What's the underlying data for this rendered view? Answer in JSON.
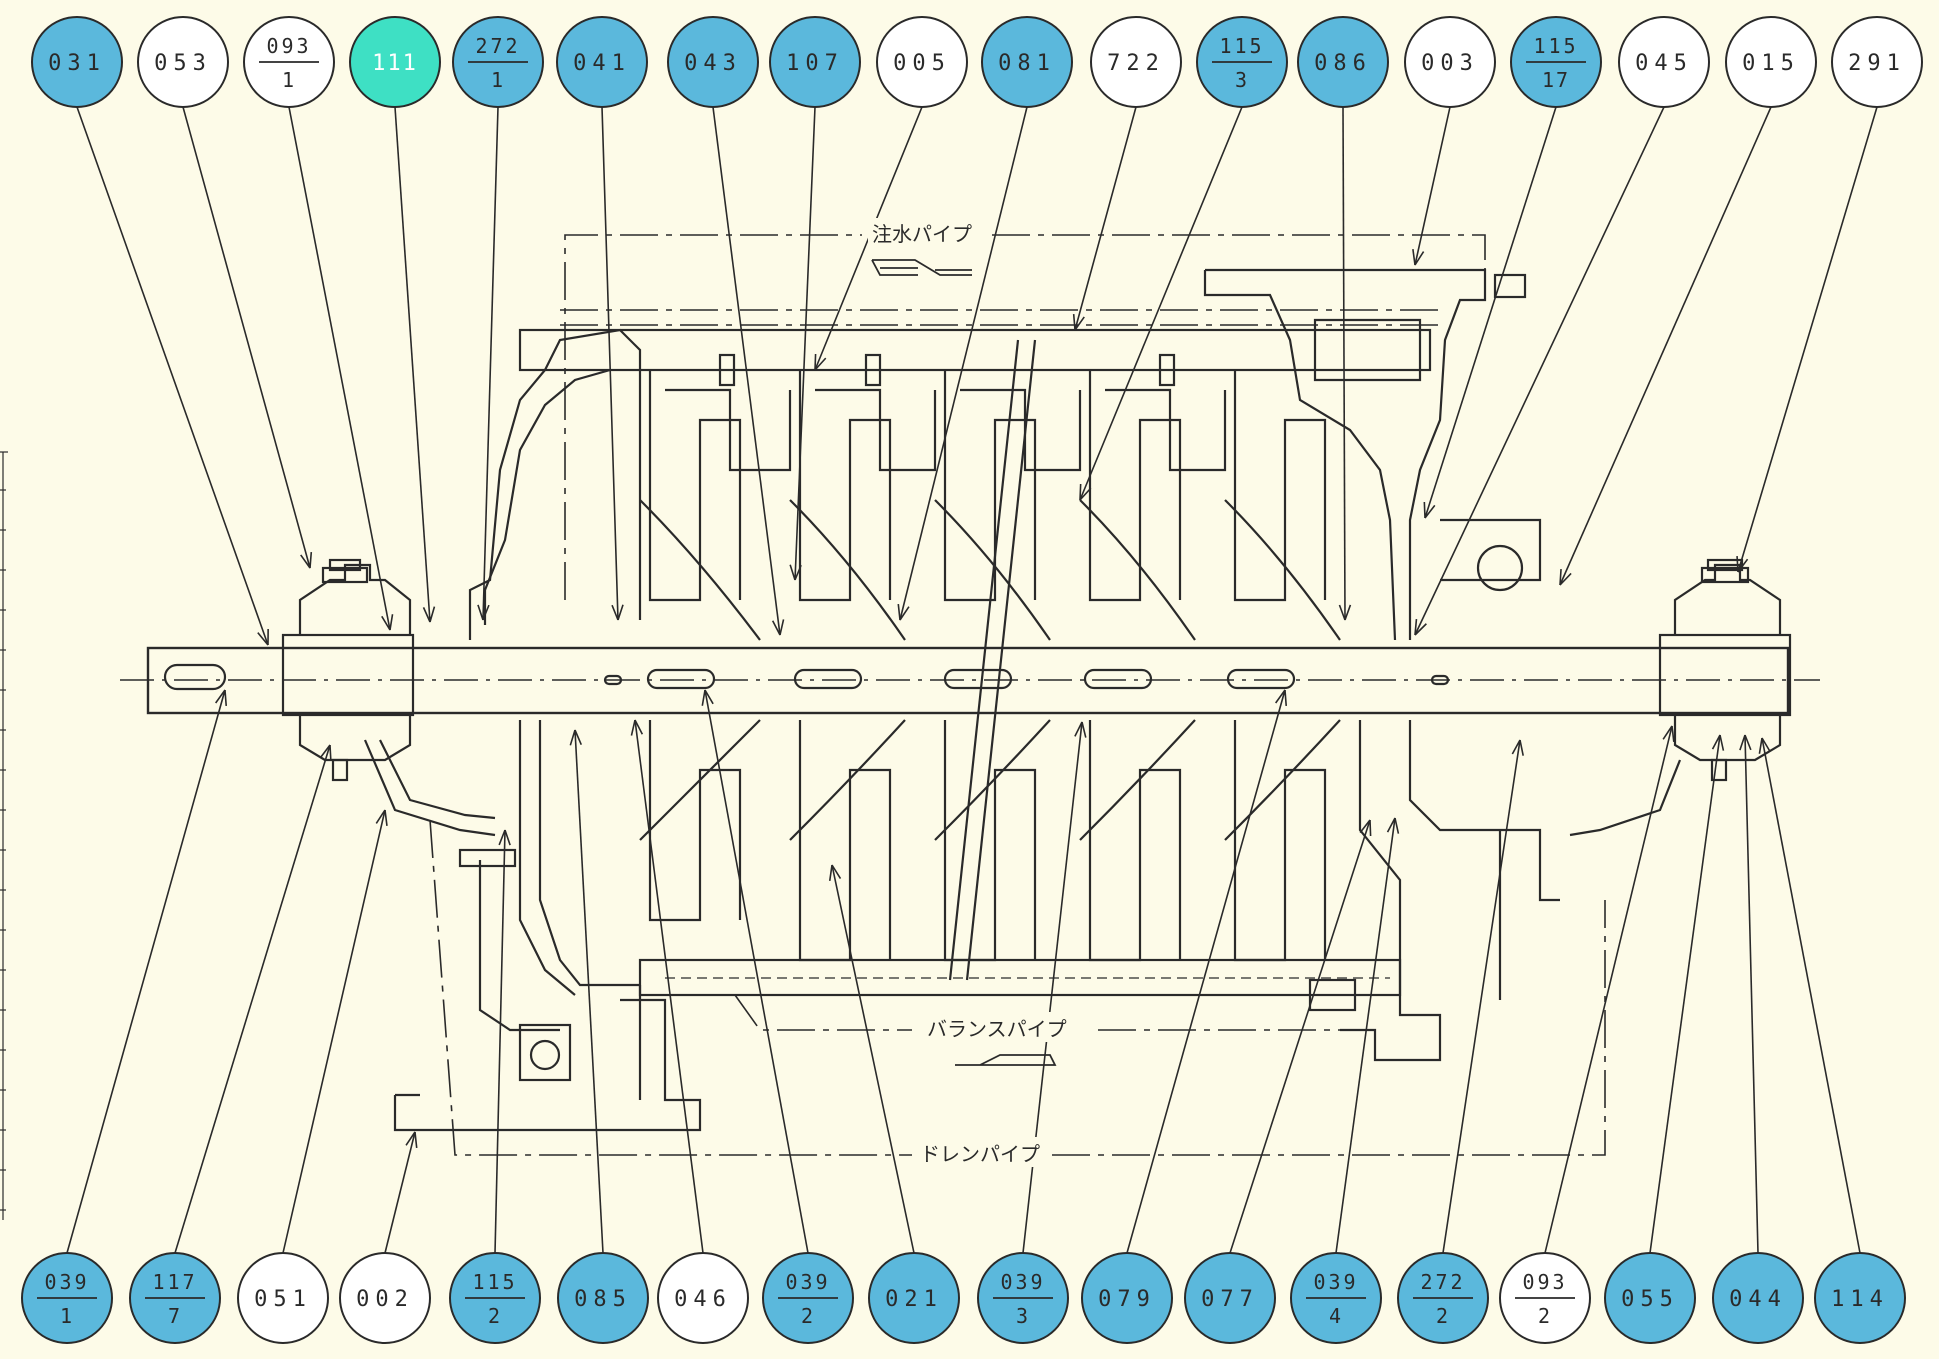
{
  "colors": {
    "paper": "#fdfbe8",
    "line": "#2a2a2a",
    "blue": "#5bb8dc",
    "blue_dark": "#3a9ccb",
    "highlight": "#3ee0c4",
    "white": "#ffffff"
  },
  "labels": {
    "inject": "注水パイプ",
    "balance": "バランスパイプ",
    "drain": "ドレンパイプ"
  },
  "top_parts": [
    {
      "id": "031",
      "fill": "blue"
    },
    {
      "id": "053",
      "fill": "white"
    },
    {
      "id": "093",
      "sub": "1",
      "fill": "white"
    },
    {
      "id": "111",
      "fill": "highlight"
    },
    {
      "id": "272",
      "sub": "1",
      "fill": "blue"
    },
    {
      "id": "041",
      "fill": "blue"
    },
    {
      "id": "043",
      "fill": "blue"
    },
    {
      "id": "107",
      "fill": "blue"
    },
    {
      "id": "005",
      "fill": "white"
    },
    {
      "id": "081",
      "fill": "blue"
    },
    {
      "id": "722",
      "fill": "white"
    },
    {
      "id": "115",
      "sub": "3",
      "fill": "blue"
    },
    {
      "id": "086",
      "fill": "blue"
    },
    {
      "id": "003",
      "fill": "white"
    },
    {
      "id": "115",
      "sub": "17",
      "fill": "blue"
    },
    {
      "id": "045",
      "fill": "white"
    },
    {
      "id": "015",
      "fill": "white"
    },
    {
      "id": "291",
      "fill": "white"
    }
  ],
  "bottom_parts": [
    {
      "id": "039",
      "sub": "1",
      "fill": "blue"
    },
    {
      "id": "117",
      "sub": "7",
      "fill": "blue"
    },
    {
      "id": "051",
      "fill": "white"
    },
    {
      "id": "002",
      "fill": "white"
    },
    {
      "id": "115",
      "sub": "2",
      "fill": "blue"
    },
    {
      "id": "085",
      "fill": "blue"
    },
    {
      "id": "046",
      "fill": "white"
    },
    {
      "id": "039",
      "sub": "2",
      "fill": "blue"
    },
    {
      "id": "021",
      "fill": "blue"
    },
    {
      "id": "039",
      "sub": "3",
      "fill": "blue"
    },
    {
      "id": "079",
      "fill": "blue"
    },
    {
      "id": "077",
      "fill": "blue"
    },
    {
      "id": "039",
      "sub": "4",
      "fill": "blue"
    },
    {
      "id": "272",
      "sub": "2",
      "fill": "blue"
    },
    {
      "id": "093",
      "sub": "2",
      "fill": "white"
    },
    {
      "id": "055",
      "fill": "blue"
    },
    {
      "id": "044",
      "fill": "blue"
    },
    {
      "id": "114",
      "fill": "blue"
    }
  ]
}
